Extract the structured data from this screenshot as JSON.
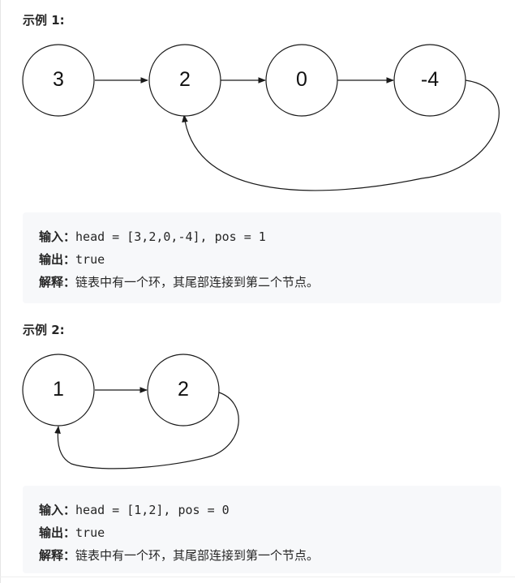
{
  "example1": {
    "heading": "示例 1:",
    "nodes": [
      "3",
      "2",
      "0",
      "-4"
    ],
    "input_label": "输入：",
    "input_value": "head = [3,2,0,-4], pos = 1",
    "output_label": "输出：",
    "output_value": "true",
    "explain_label": "解释：",
    "explain_value": "链表中有一个环，其尾部连接到第二个节点。"
  },
  "example2": {
    "heading": "示例 2:",
    "nodes": [
      "1",
      "2"
    ],
    "input_label": "输入：",
    "input_value": "head = [1,2], pos = 0",
    "output_label": "输出：",
    "output_value": "true",
    "explain_label": "解释：",
    "explain_value": "链表中有一个环，其尾部连接到第一个节点。"
  },
  "colors": {
    "code_background": "#f7f8fa",
    "text": "#262626",
    "stroke": "#1a1a1a"
  }
}
